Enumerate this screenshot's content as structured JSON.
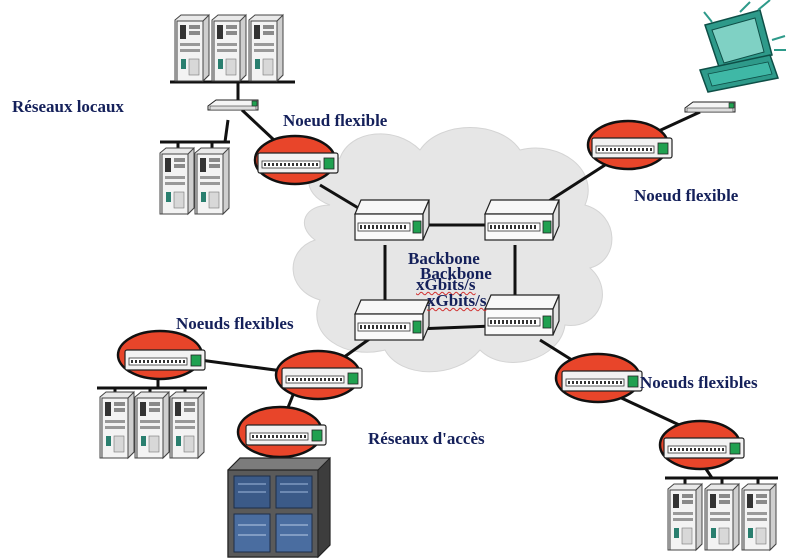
{
  "labels": {
    "reseaux_locaux": "Réseaux locaux",
    "noeud_flexible_left": "Noeud flexible",
    "noeud_flexible_right": "Noeud flexible",
    "noeuds_flexibles_left": "Noeuds flexibles",
    "noeuds_flexibles_right": "Noeuds flexibles",
    "reseaux_acces": "Réseaux d'accès"
  },
  "backbone": {
    "title_1": "Backbone",
    "speed_1": "xGbits/s",
    "title_2": "Backbone",
    "speed_2": "xGbits/s"
  },
  "colors": {
    "node_fill": "#e8452a",
    "cloud": "#e6e6e6",
    "label_text": "#14205a",
    "monitor": "#2e9a8a"
  },
  "icons": [
    "server-tower-icon",
    "network-switch-icon",
    "computer-workstation-icon",
    "mainframe-rack-icon",
    "cloud-icon"
  ]
}
